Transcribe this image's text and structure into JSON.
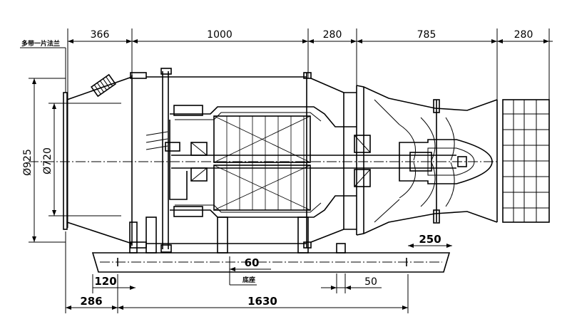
{
  "annotations": {
    "flange_note": "多带一片法兰",
    "base_note": "底座"
  },
  "dimensions": {
    "top": [
      "366",
      "1000",
      "280",
      "785",
      "280"
    ],
    "left_outer": "Ø925",
    "left_inner": "Ø720",
    "right_inner": "250",
    "mid_60": "60",
    "mid_50": "50",
    "left_120": "120",
    "left_286": "286",
    "overall_1630": "1630"
  }
}
